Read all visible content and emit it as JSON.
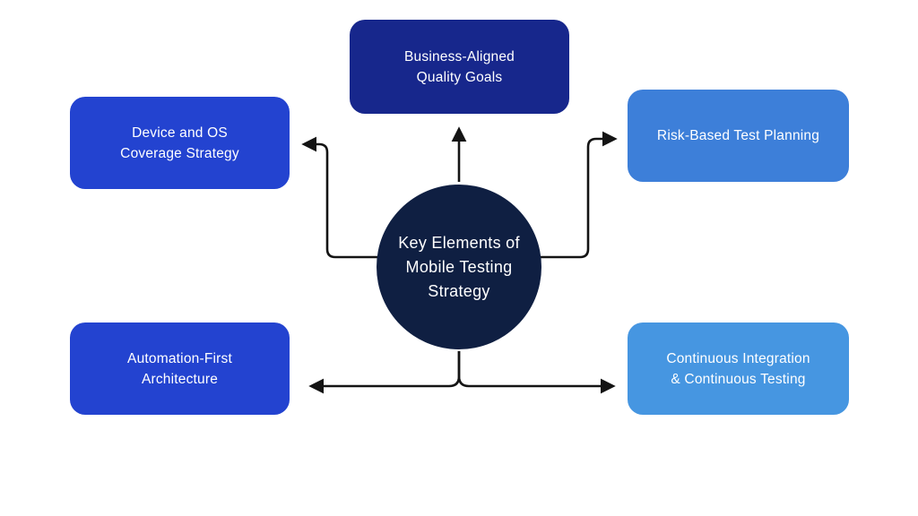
{
  "diagram": {
    "title": "Key Elements of Mobile Testing Strategy",
    "center": {
      "line1": "Key Elements of",
      "line2": "Mobile Testing",
      "line3": "Strategy",
      "fill": "#0f1f42",
      "text_color": "#ffffff"
    },
    "nodes": [
      {
        "id": "business-aligned-quality-goals",
        "position": "top",
        "line1": "Business-Aligned",
        "line2": "Quality Goals",
        "fill": "#17278c"
      },
      {
        "id": "device-and-os-coverage-strategy",
        "position": "left-top",
        "line1": "Device and OS",
        "line2": "Coverage Strategy",
        "fill": "#2343d0"
      },
      {
        "id": "risk-based-test-planning",
        "position": "right-top",
        "line1": "Risk-Based Test Planning",
        "fill": "#3d7fd9"
      },
      {
        "id": "automation-first-architecture",
        "position": "left-bottom",
        "line1": "Automation-First",
        "line2": "Architecture",
        "fill": "#2343d0"
      },
      {
        "id": "continuous-integration-continuous-testing",
        "position": "right-bottom",
        "line1": "Continuous Integration",
        "line2": "& Continuous Testing",
        "fill": "#4696e1"
      }
    ],
    "colors": {
      "background": "#ffffff",
      "arrow": "#141414",
      "node_text": "#ffffff"
    }
  }
}
